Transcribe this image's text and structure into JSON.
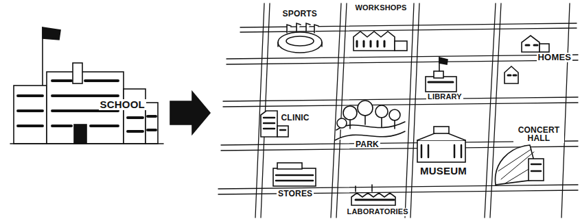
{
  "diagram": {
    "labels": [
      "SCHOOL",
      "SPORTS",
      "WORKSHOPS",
      "HOMES",
      "LIBRARY",
      "CLINIC",
      "PARK",
      "CONCERT HALL",
      "MUSEUM",
      "STORES",
      "LABORATORIES"
    ]
  }
}
